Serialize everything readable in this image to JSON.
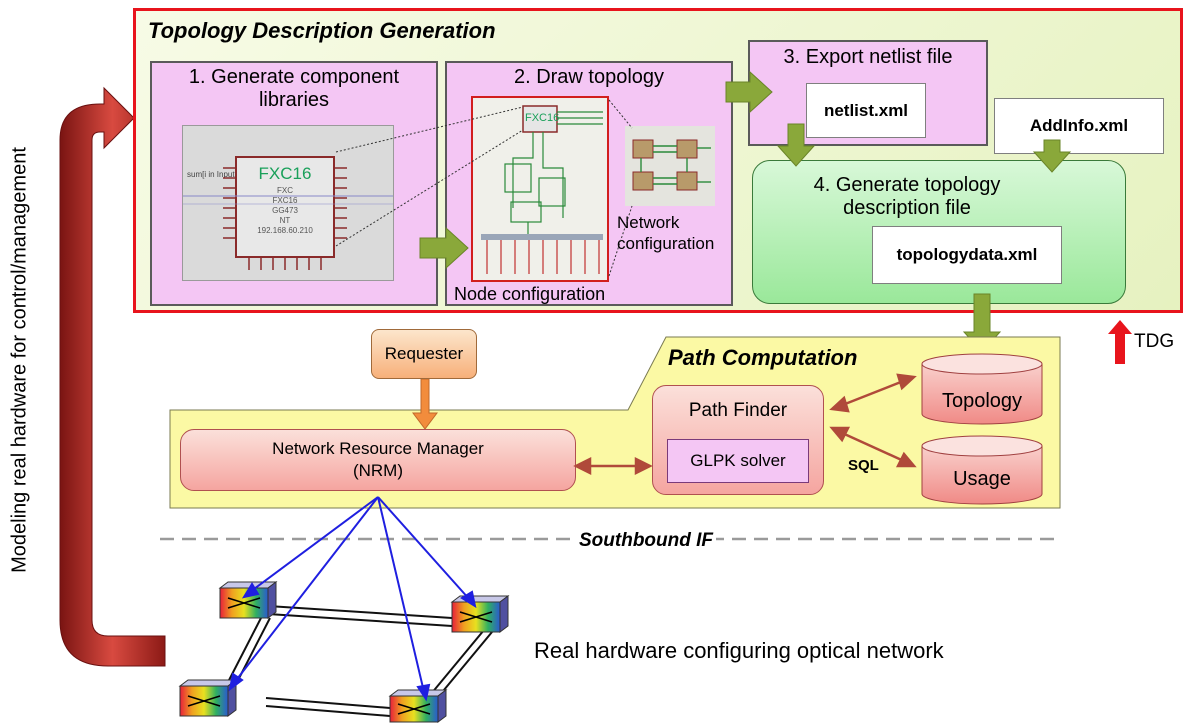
{
  "side_label": "Modeling real hardware for control/management",
  "tdg": {
    "title": "Topology Description Generation",
    "tag": "TDG",
    "step1": {
      "line1": "1. Generate component",
      "line2": "libraries"
    },
    "step2": {
      "title": "2. Draw topology",
      "node_config": "Node configuration",
      "network_config_1": "Network",
      "network_config_2": "configuration"
    },
    "step3": {
      "title": "3. Export netlist file",
      "file": "netlist.xml"
    },
    "addinfo": "AddInfo.xml",
    "step4": {
      "line1": "4. Generate topology",
      "line2": "description file",
      "file": "topologydata.xml"
    },
    "thumb": {
      "name": "FXC16",
      "sub1": "FXC",
      "sub2": "FXC16",
      "sub3": "GG473",
      "sub4": "NT",
      "ip": "192.168.60.210",
      "header": "sum[i in InputPort, c[i, j] in InputPort, j in",
      "fxc_small": "FXC16"
    }
  },
  "path": {
    "title": "Path Computation",
    "requester": "Requester",
    "nrm_line1": "Network Resource Manager",
    "nrm_line2": "(NRM)",
    "path_finder": "Path Finder",
    "glpk": "GLPK solver",
    "topology_db": "Topology",
    "usage_db": "Usage",
    "sql": "SQL"
  },
  "southbound": "Southbound IF",
  "hardware_caption": "Real hardware configuring optical network",
  "colors": {
    "tdg_border": "#e8141c",
    "pink": "#f4c6f4",
    "green_box": "#b6f2b6",
    "yellow": "#fbf9a4",
    "olive_arrow": "#8aa83a",
    "blue_link": "#1f1fe0",
    "big_arrow": "#c0302c"
  }
}
